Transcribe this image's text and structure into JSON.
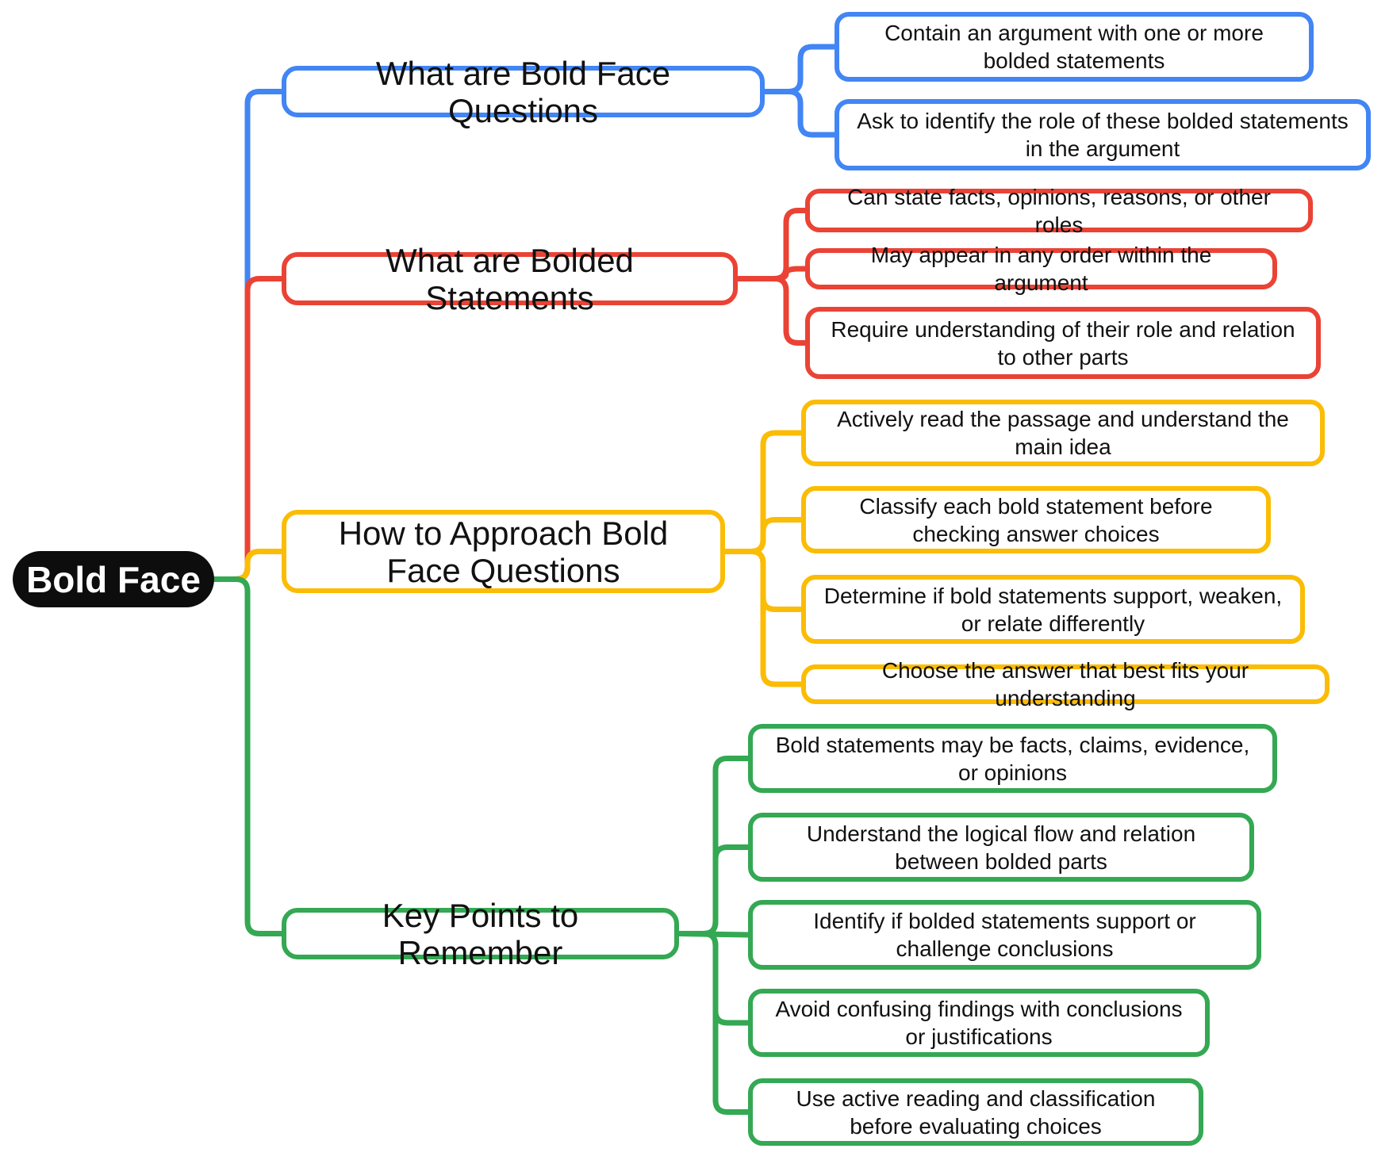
{
  "colors": {
    "blue": "#4285F4",
    "red": "#EA4335",
    "yellow": "#FBBC05",
    "green": "#34A853",
    "root_background": "#0d0d0d",
    "root_text": "#ffffff",
    "node_background": "#ffffff",
    "node_text": "#111111"
  },
  "root": {
    "label": "Bold Face"
  },
  "branches": [
    {
      "label": "What are Bold Face Questions",
      "color": "#4285F4",
      "color_name": "blue",
      "children": [
        {
          "text": "Contain an argument with one or more bolded statements"
        },
        {
          "text": "Ask to identify the role of these bolded statements in the argument"
        }
      ]
    },
    {
      "label": "What are Bolded Statements",
      "color": "#EA4335",
      "color_name": "red",
      "children": [
        {
          "text": "Can state facts, opinions, reasons, or other roles"
        },
        {
          "text": "May appear in any order within the argument"
        },
        {
          "text": "Require understanding of their role and relation to other parts"
        }
      ]
    },
    {
      "label": "How to Approach Bold Face Questions",
      "color": "#FBBC05",
      "color_name": "yellow",
      "children": [
        {
          "text": "Actively read the passage and understand the main idea"
        },
        {
          "text": "Classify each bold statement before checking answer choices"
        },
        {
          "text": "Determine if bold statements support, weaken, or relate differently"
        },
        {
          "text": "Choose the answer that best fits your understanding"
        }
      ]
    },
    {
      "label": "Key Points to Remember",
      "color": "#34A853",
      "color_name": "green",
      "children": [
        {
          "text": "Bold statements may be facts, claims, evidence, or opinions"
        },
        {
          "text": "Understand the logical flow and relation between bolded parts"
        },
        {
          "text": "Identify if bolded statements support or challenge conclusions"
        },
        {
          "text": "Avoid confusing findings with conclusions or justifications"
        },
        {
          "text": "Use active reading and classification before evaluating choices"
        }
      ]
    }
  ]
}
